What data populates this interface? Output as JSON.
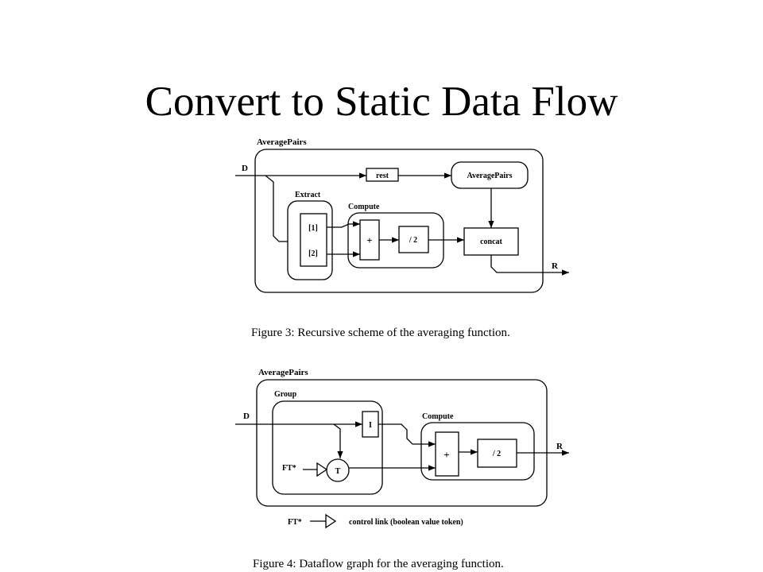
{
  "title": "Convert to Static Data Flow",
  "figure3": {
    "outer_label": "AveragePairs",
    "input_label": "D",
    "output_label": "R",
    "rest_label": "rest",
    "recursive_label": "AveragePairs",
    "extract_label": "Extract",
    "compute_label": "Compute",
    "index1_label": "[1]",
    "index2_label": "[2]",
    "plus_label": "+",
    "div_label": "/ 2",
    "concat_label": "concat",
    "caption": "Figure 3: Recursive scheme of the averaging function."
  },
  "figure4": {
    "outer_label": "AveragePairs",
    "group_label": "Group",
    "compute_label": "Compute",
    "input_label": "D",
    "output_label": "R",
    "i_label": "I",
    "t_label": "T",
    "ft_label": "FT*",
    "plus_label": "+",
    "div_label": "/ 2",
    "legend_ft_label": "FT*",
    "legend_text": "control link (boolean value token)",
    "caption": "Figure 4: Dataflow graph for the averaging function."
  }
}
